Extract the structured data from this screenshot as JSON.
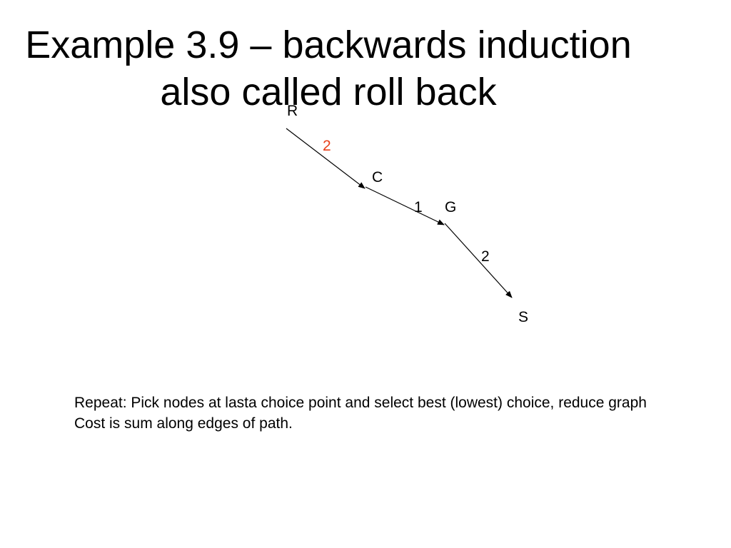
{
  "title": {
    "line1": "Example 3.9 – backwards induction",
    "line2": "also called roll back"
  },
  "diagram": {
    "nodes": [
      {
        "id": "R",
        "label": "R"
      },
      {
        "id": "C",
        "label": "C"
      },
      {
        "id": "G",
        "label": "G"
      },
      {
        "id": "S",
        "label": "S"
      }
    ],
    "edges": [
      {
        "from": "R",
        "to": "C",
        "weight": "2",
        "weight_color": "#e8401a"
      },
      {
        "from": "C",
        "to": "G",
        "weight": "1",
        "weight_color": "#000000"
      },
      {
        "from": "G",
        "to": "S",
        "weight": "2",
        "weight_color": "#000000"
      }
    ]
  },
  "notes": {
    "line1": "Repeat: Pick nodes at lasta choice point and select best (lowest) choice, reduce graph",
    "line2": "Cost is sum along edges of path."
  }
}
